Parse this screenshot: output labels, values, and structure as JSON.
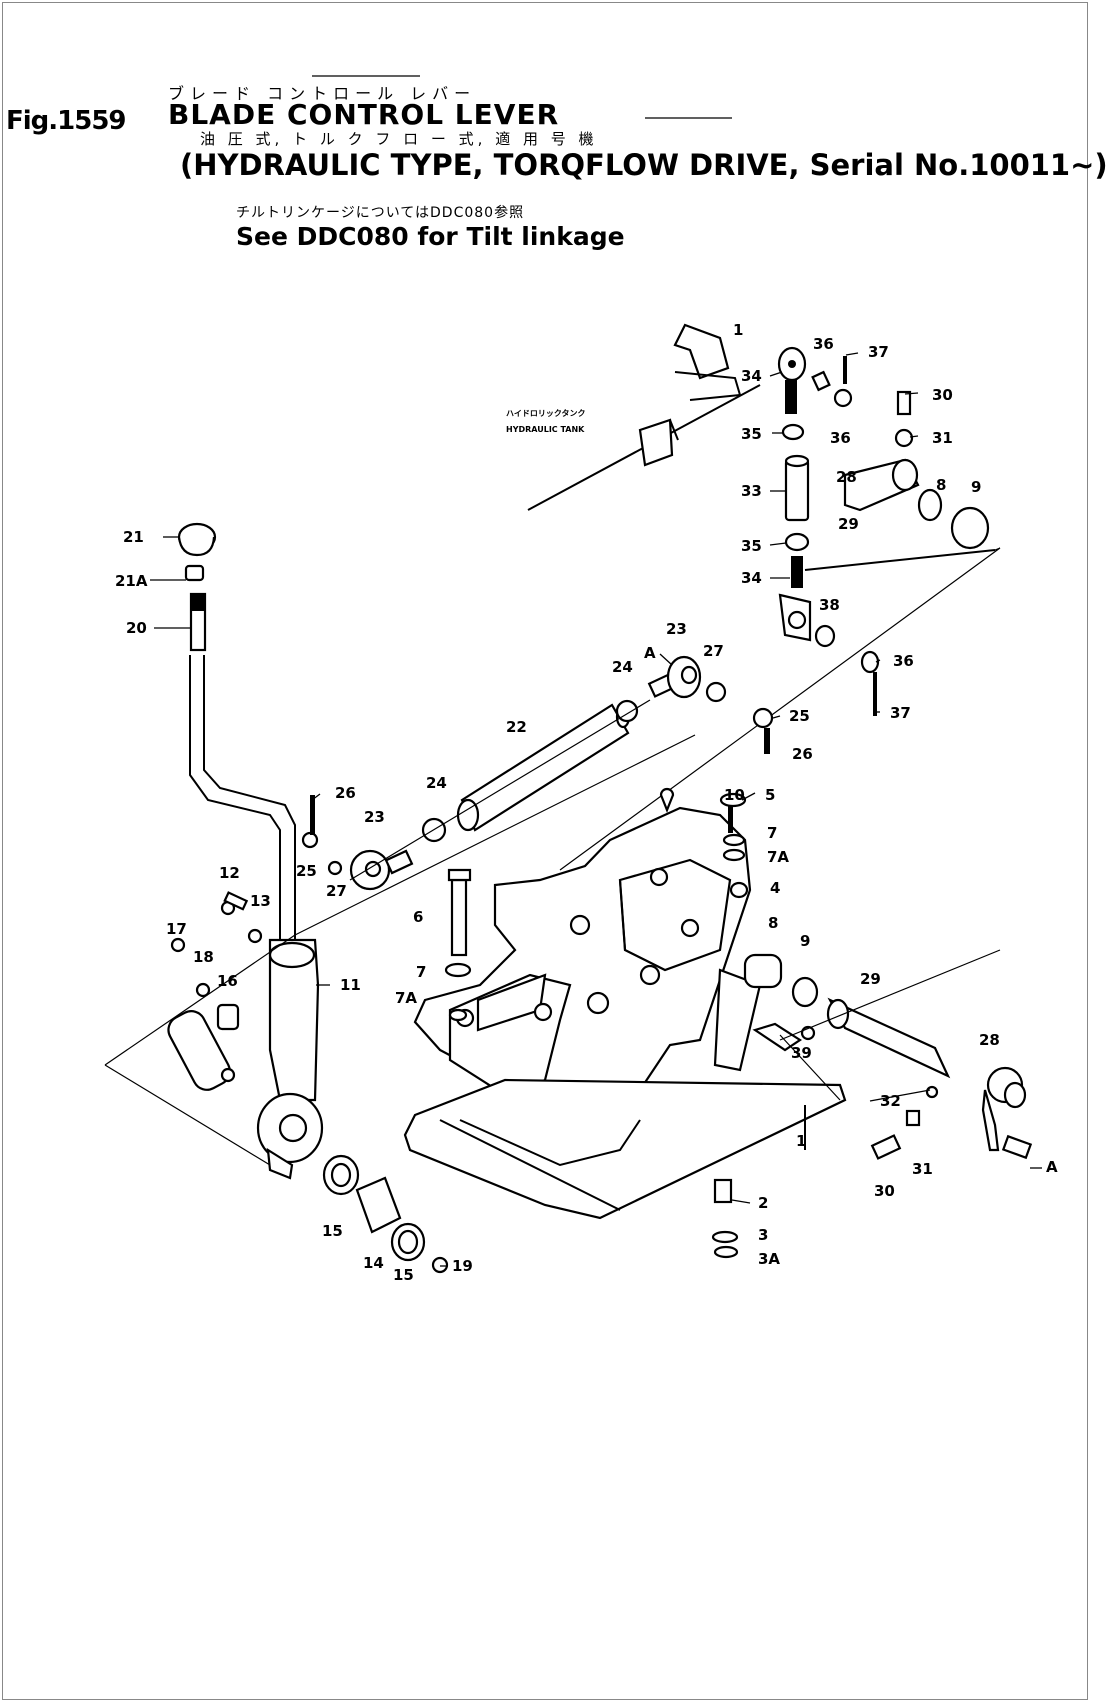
{
  "header": {
    "figure_no": "Fig.1559",
    "title_jp": "ブレード コントロール レバー",
    "title": "BLADE CONTROL LEVER",
    "subtitle_jp": "油 圧 式, ト ル ク フ ロ ー 式, 適 用 号 機",
    "subtitle": "(HYDRAULIC TYPE, TORQFLOW DRIVE, Serial No.10011~)",
    "note_jp": "チルトリンケージについてはDDC080参照",
    "note": "See DDC080 for Tilt linkage"
  },
  "annotations": {
    "hydraulic_tank_jp": "ハイドロリックタンク",
    "hydraulic_tank": "HYDRAULIC TANK"
  },
  "callouts": [
    {
      "id": "c1a",
      "label": "1"
    },
    {
      "id": "c1b",
      "label": "1"
    },
    {
      "id": "c2",
      "label": "2"
    },
    {
      "id": "c3",
      "label": "3"
    },
    {
      "id": "c3a",
      "label": "3A"
    },
    {
      "id": "c4",
      "label": "4"
    },
    {
      "id": "c5",
      "label": "5"
    },
    {
      "id": "c6",
      "label": "6"
    },
    {
      "id": "c7a",
      "label": "7"
    },
    {
      "id": "c7b",
      "label": "7"
    },
    {
      "id": "c7aa",
      "label": "7A"
    },
    {
      "id": "c7ab",
      "label": "7A"
    },
    {
      "id": "c8a",
      "label": "8"
    },
    {
      "id": "c8b",
      "label": "8"
    },
    {
      "id": "c9a",
      "label": "9"
    },
    {
      "id": "c9b",
      "label": "9"
    },
    {
      "id": "c10",
      "label": "10"
    },
    {
      "id": "c11",
      "label": "11"
    },
    {
      "id": "c12",
      "label": "12"
    },
    {
      "id": "c13",
      "label": "13"
    },
    {
      "id": "c14",
      "label": "14"
    },
    {
      "id": "c15a",
      "label": "15"
    },
    {
      "id": "c15b",
      "label": "15"
    },
    {
      "id": "c16",
      "label": "16"
    },
    {
      "id": "c17",
      "label": "17"
    },
    {
      "id": "c18",
      "label": "18"
    },
    {
      "id": "c19",
      "label": "19"
    },
    {
      "id": "c20",
      "label": "20"
    },
    {
      "id": "c21",
      "label": "21"
    },
    {
      "id": "c21a",
      "label": "21A"
    },
    {
      "id": "c22",
      "label": "22"
    },
    {
      "id": "c23a",
      "label": "23"
    },
    {
      "id": "c23b",
      "label": "23"
    },
    {
      "id": "c24a",
      "label": "24"
    },
    {
      "id": "c24b",
      "label": "24"
    },
    {
      "id": "c25a",
      "label": "25"
    },
    {
      "id": "c25b",
      "label": "25"
    },
    {
      "id": "c26a",
      "label": "26"
    },
    {
      "id": "c26b",
      "label": "26"
    },
    {
      "id": "c27a",
      "label": "27"
    },
    {
      "id": "c27b",
      "label": "27"
    },
    {
      "id": "c28a",
      "label": "28"
    },
    {
      "id": "c28b",
      "label": "28"
    },
    {
      "id": "c29a",
      "label": "29"
    },
    {
      "id": "c29b",
      "label": "29"
    },
    {
      "id": "c30a",
      "label": "30"
    },
    {
      "id": "c30b",
      "label": "30"
    },
    {
      "id": "c31a",
      "label": "31"
    },
    {
      "id": "c31b",
      "label": "31"
    },
    {
      "id": "c32",
      "label": "32"
    },
    {
      "id": "c33",
      "label": "33"
    },
    {
      "id": "c34a",
      "label": "34"
    },
    {
      "id": "c34b",
      "label": "34"
    },
    {
      "id": "c35a",
      "label": "35"
    },
    {
      "id": "c35b",
      "label": "35"
    },
    {
      "id": "c36a",
      "label": "36"
    },
    {
      "id": "c36b",
      "label": "36"
    },
    {
      "id": "c36c",
      "label": "36"
    },
    {
      "id": "c37a",
      "label": "37"
    },
    {
      "id": "c37b",
      "label": "37"
    },
    {
      "id": "c38",
      "label": "38"
    },
    {
      "id": "c39",
      "label": "39"
    },
    {
      "id": "cAa",
      "label": "A"
    },
    {
      "id": "cAb",
      "label": "A"
    }
  ]
}
